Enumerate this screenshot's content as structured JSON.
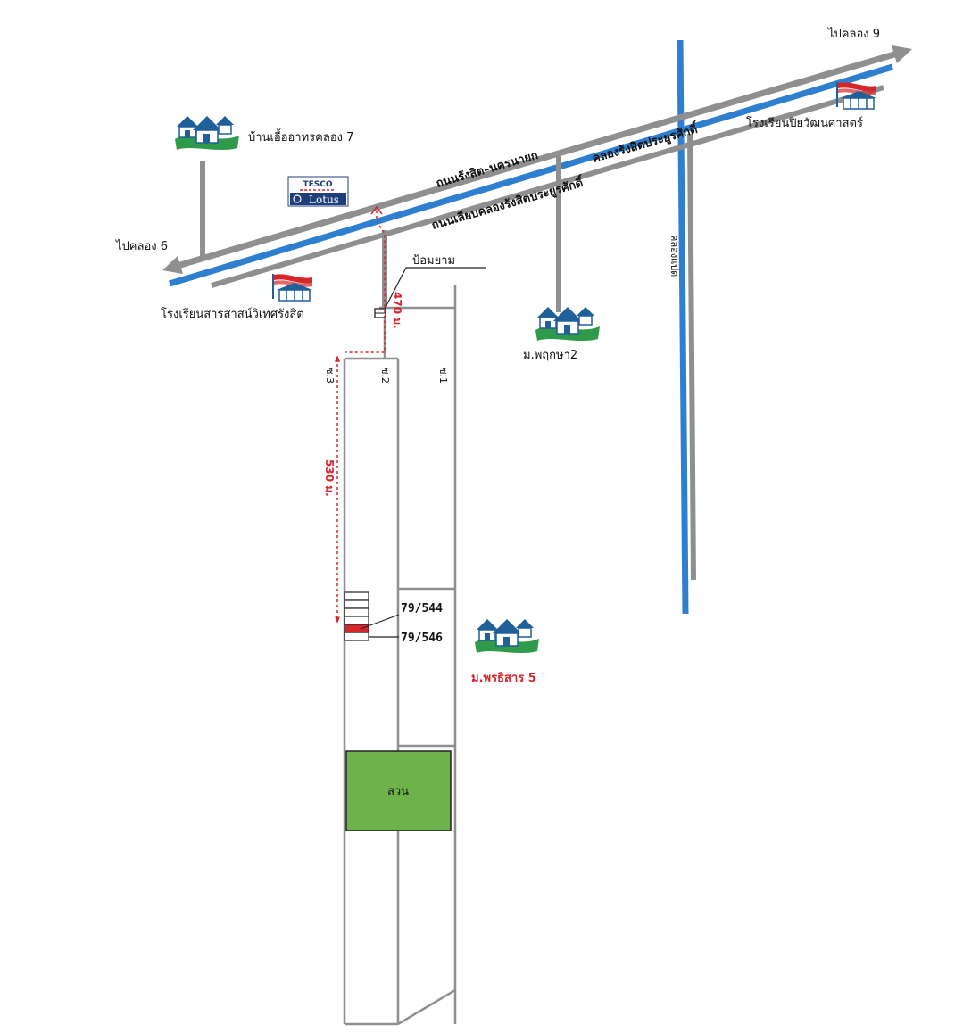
{
  "labels": {
    "to_khlong_9": "ไปคลอง 9",
    "to_khlong_6": "ไปคลอง 6",
    "ban_eua_athorn": "บ้านเอื้ออาทรคลอง 7",
    "road_rangsit_nakhonnayok": "ถนนรังสิต–นครนายก",
    "canal_rangsit_prayoonsak": "คลองรังสิตประยูรศักดิ์",
    "road_along_canal": "ถนนเลียบคลองรังสิตประยูรศักดิ์",
    "school_piya": "โรงเรียนปิยวัฒนศาสตร์",
    "school_saras": "โรงเรียนสารสาสน์วิเทศรังสิต",
    "khlong_8": "คลองแปด",
    "police_box": "ป้อมยาม",
    "distance_470": "470 ม.",
    "distance_530": "530 ม.",
    "village_pruksa": "ม.พฤกษา2",
    "soi_1": "ซ.1",
    "soi_2": "ซ.2",
    "soi_3": "ซ.3",
    "house_544": "79/544",
    "house_546": "79/546",
    "village_porasiri": "ม.พรธิสาร 5",
    "garden": "สวน"
  },
  "logo": {
    "brand_top": "TESCO",
    "brand_bottom": "Lotus"
  },
  "colors": {
    "road": "#8f8f8f",
    "canal": "#2e7fd0",
    "garden": "#6db24b",
    "distance": "#d7262b",
    "highlight_lot": "#d7262b",
    "house_roof": "#1f5f9a",
    "house_base": "#2f9a4a",
    "school_flag": "#d7262b"
  },
  "icons": {
    "village": "house-cluster-icon",
    "school": "school-icon",
    "police_box": "police-box-icon"
  }
}
